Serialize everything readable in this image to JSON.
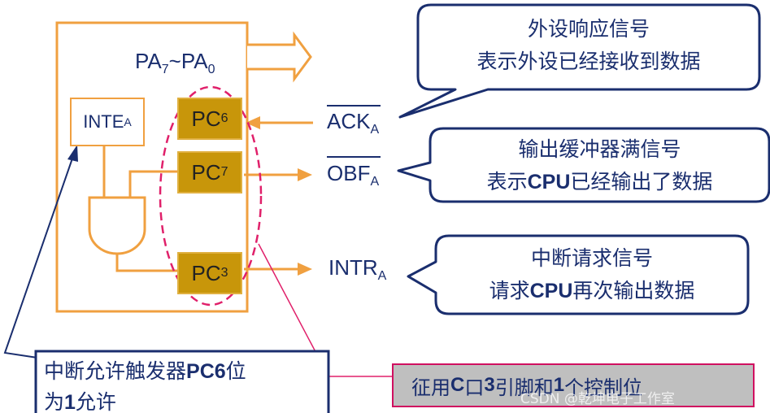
{
  "port": {
    "pa_main": "PA",
    "pa_sub7": "7",
    "pa_tilde": "~PA",
    "pa_sub0": "0",
    "inte_main": "INTE",
    "inte_sub": "A",
    "pc6_main": "PC",
    "pc6_sub": "6",
    "pc7_main": "PC",
    "pc7_sub": "7",
    "pc3_main": "PC",
    "pc3_sub": "3"
  },
  "signals": {
    "ack_main": "ACK",
    "ack_sub": "A",
    "obf_main": "OBF",
    "obf_sub": "A",
    "intr_main": "INTR",
    "intr_sub": "A"
  },
  "callouts": {
    "ack_line1": "外设响应信号",
    "ack_line2": "表示外设已经接收到数据",
    "obf_line1": "输出缓冲器满信号",
    "obf_line2_a": "表示",
    "obf_line2_b": "CPU",
    "obf_line2_c": "已经输出了数据",
    "intr_line1": "中断请求信号",
    "intr_line2_a": "请求",
    "intr_line2_b": "CPU",
    "intr_line2_c": "再次输出数据"
  },
  "notes": {
    "inte_line1_a": "中断允许触发器",
    "inte_line1_b": "PC6",
    "inte_line1_c": "位",
    "inte_line2_a": "为",
    "inte_line2_b": "1",
    "inte_line2_c": "允许",
    "pins_a": "征用",
    "pins_b": "C",
    "pins_c": "口",
    "pins_d": "3",
    "pins_e": "引脚和",
    "pins_f": "1",
    "pins_g": "个控制位"
  },
  "watermark": "CSDN @乾坤电子工作室",
  "colors": {
    "orange": "#f0a040",
    "navy": "#1a2e6e",
    "pin_fill": "#c8960a",
    "pink": "#e0206a"
  }
}
